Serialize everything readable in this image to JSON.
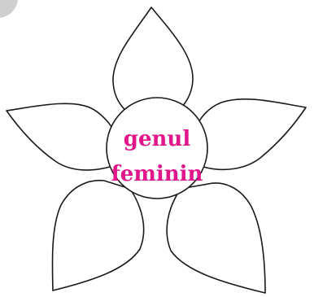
{
  "flower": {
    "center_line1": "genul",
    "center_line2": "feminin",
    "petal_count": 5
  },
  "colors": {
    "center_text": "#e0168a",
    "outline": "#1a1a1a",
    "background": "#ffffff",
    "corner_badge": "#cfcfcf"
  }
}
